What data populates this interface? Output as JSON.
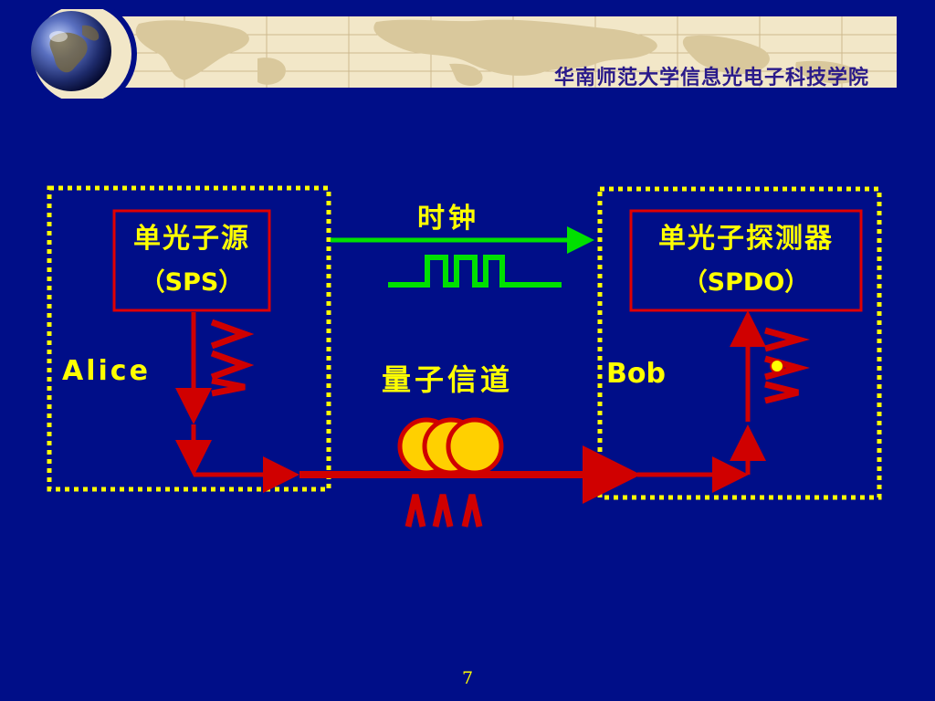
{
  "header": {
    "institute": "华南师范大学信息光电子科技学院"
  },
  "diagram": {
    "sender": {
      "name": "Alice",
      "device_name": "单光子源",
      "device_abbr": "（SPS）"
    },
    "receiver": {
      "name": "Bob",
      "device_name": "单光子探测器",
      "device_abbr": "（SPDO）"
    },
    "clock_label": "时钟",
    "channel_label": "量子信道"
  },
  "footer": {
    "page_number": "7"
  },
  "colors": {
    "background": "#000e88",
    "banner": "#f2e7c8",
    "text_yellow": "#ffff00",
    "path_red": "#d00000",
    "clock_green": "#00e000",
    "photon_yellow": "#ffd000"
  }
}
